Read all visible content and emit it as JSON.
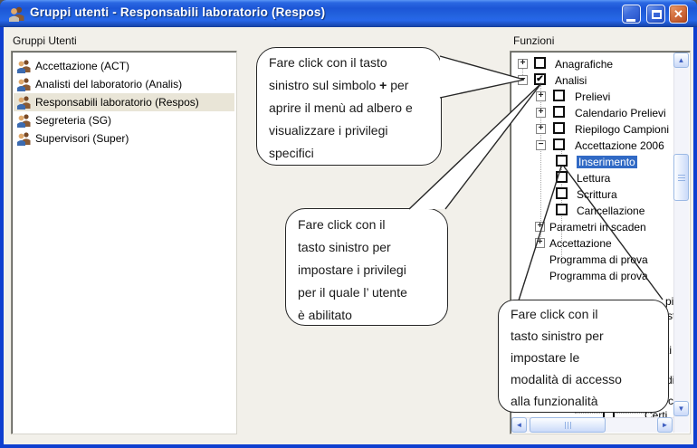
{
  "window": {
    "title": "Gruppi utenti - Responsabili laboratorio (Respos)",
    "buttons": {
      "minimize": "",
      "maximize": "",
      "close": "✕"
    }
  },
  "left_panel": {
    "label": "Gruppi Utenti",
    "items": [
      {
        "label": "Accettazione (ACT)",
        "selected": false
      },
      {
        "label": "Analisti del laboratorio (Analis)",
        "selected": false
      },
      {
        "label": "Responsabili laboratorio (Respos)",
        "selected": true
      },
      {
        "label": "Segreteria (SG)",
        "selected": false
      },
      {
        "label": "Supervisori (Super)",
        "selected": false
      }
    ]
  },
  "right_panel": {
    "label": "Funzioni",
    "tree": [
      {
        "expand": "+",
        "check": "",
        "label": "Anagrafiche"
      },
      {
        "expand": "−",
        "check": "✔",
        "label": "Analisi"
      },
      {
        "expand": "+",
        "check": "",
        "label": "Prelievi"
      },
      {
        "expand": "+",
        "check": "",
        "label": "Calendario Prelievi"
      },
      {
        "expand": "+",
        "check": "",
        "label": "Riepilogo Campioni"
      },
      {
        "expand": "−",
        "check": "",
        "label": "Accettazione 2006"
      },
      {
        "check": "",
        "label": "Inserimento",
        "selected": true
      },
      {
        "check": "",
        "label": "Lettura"
      },
      {
        "check": "",
        "label": "Scrittura"
      },
      {
        "check": "",
        "label": "Cancellazione"
      },
      {
        "expand": "+",
        "label": "Parametri in scaden"
      },
      {
        "expand": "+",
        "label": "Accettazione"
      },
      {
        "label": "Programma di prova"
      },
      {
        "label": "Programma di prova"
      }
    ],
    "fragments": {
      "f0": "pi",
      "f1": "st",
      "f2": "ti",
      "f3": "di",
      "f4": "c",
      "f5": "Certi"
    },
    "scroll_icons": {
      "up": "▲",
      "down": "▼",
      "left": "◄",
      "right": "►"
    }
  },
  "callouts": {
    "c1": {
      "l1": "Fare click con il tasto",
      "l2a": "sinistro sul simbolo ",
      "l2b": "+",
      "l2c": " per",
      "l3": "aprire il menù ad albero e",
      "l4": "visualizzare i privilegi",
      "l5": "specifici"
    },
    "c2": {
      "l1": "Fare click con il",
      "l2": "tasto sinistro per",
      "l3": "impostare i privilegi",
      "l4": "per il quale l’ utente",
      "l5": "è abilitato"
    },
    "c3": {
      "l1": "Fare click con il",
      "l2": "tasto sinistro per",
      "l3": "impostare le",
      "l4": "modalità di accesso",
      "l5": "alla funzionalità"
    }
  },
  "colors": {
    "titlebar_blue": "#2262de",
    "selection_blue": "#316ac5",
    "inactive_row_highlight": "#e9e5d7",
    "close_button": "#c75a2b"
  }
}
